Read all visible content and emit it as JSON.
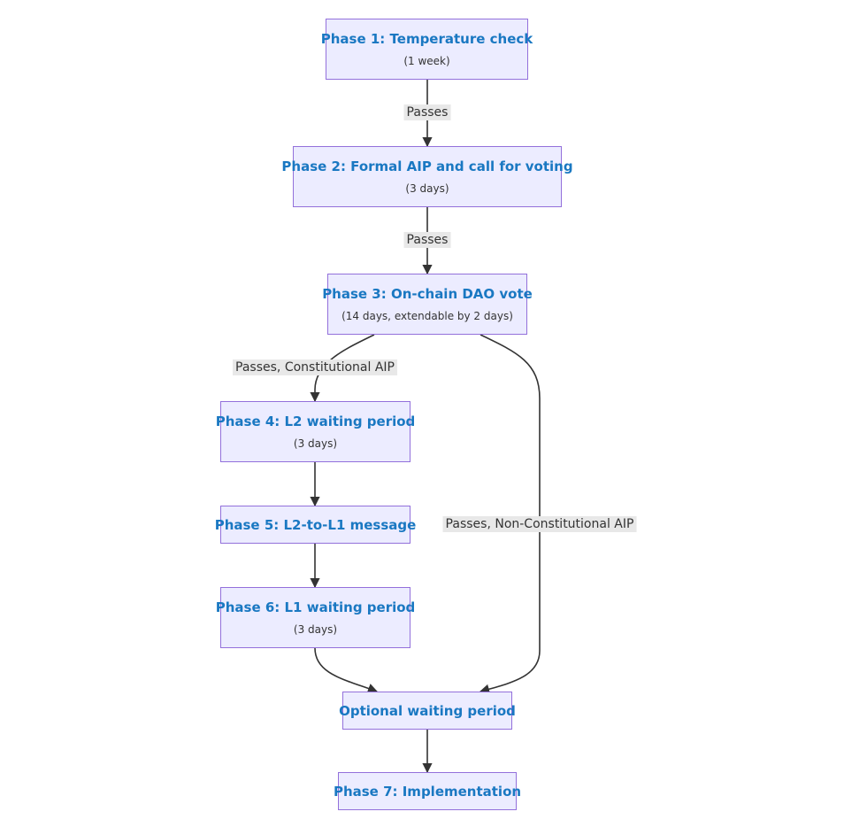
{
  "nodes": {
    "phase1": {
      "title": "Phase 1: Temperature check",
      "subtitle": "(1 week)"
    },
    "phase2": {
      "title": "Phase 2: Formal AIP and call for voting",
      "subtitle": "(3 days)"
    },
    "phase3": {
      "title": "Phase 3: On-chain DAO vote",
      "subtitle": "(14 days, extendable by 2 days)"
    },
    "phase4": {
      "title": "Phase 4: L2 waiting period",
      "subtitle": "(3 days)"
    },
    "phase5": {
      "title": "Phase 5: L2-to-L1 message"
    },
    "phase6": {
      "title": "Phase 6: L1 waiting period",
      "subtitle": "(3 days)"
    },
    "optional": {
      "title": "Optional waiting period"
    },
    "phase7": {
      "title": "Phase 7: Implementation"
    }
  },
  "edges": {
    "p1_p2": "Passes",
    "p2_p3": "Passes",
    "p3_p4": "Passes, Constitutional AIP",
    "p3_optional": "Passes, Non-Constitutional AIP"
  },
  "colors": {
    "node_fill": "#ECECFF",
    "node_border": "#9370DB",
    "title_text": "#1a78c2",
    "edge": "#333333",
    "label_bg": "#e8e8e8"
  }
}
